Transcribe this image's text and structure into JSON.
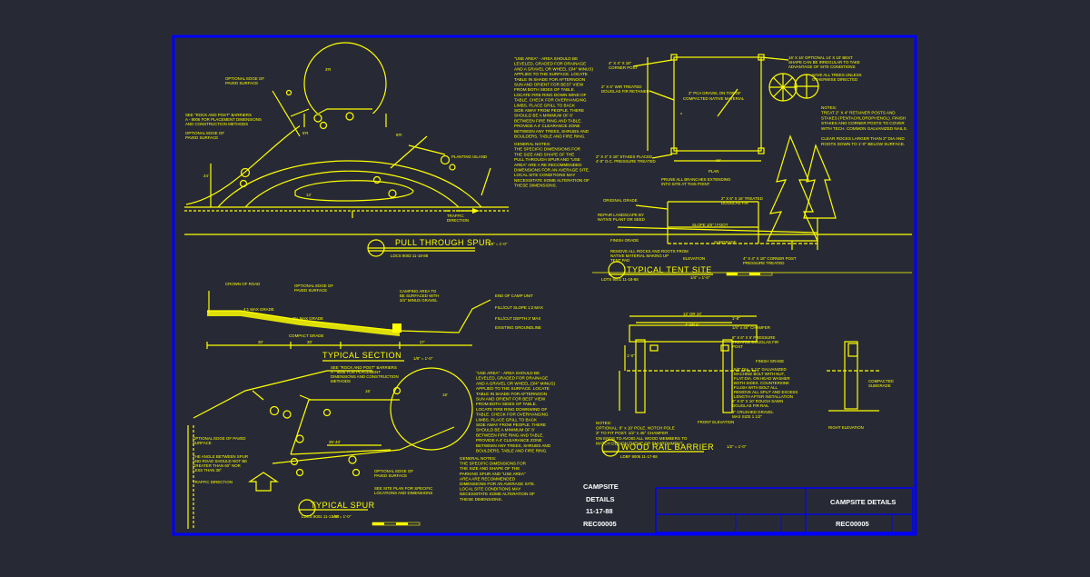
{
  "titles": {
    "pull_through": "PULL THROUGH SPUR",
    "typical_tent": "TYPICAL TENT SITE",
    "typical_section": "TYPICAL SECTION",
    "typical_spur": "TYPICAL SPUR",
    "wood_rail": "WOOD RAIL BARRIER",
    "plan": "PLAN",
    "elevation": "ELEVATION",
    "front_elevation": "FRONT ELEVATION",
    "right_elevation": "RIGHT ELEVATION"
  },
  "scales": {
    "pull_through": "1/8\" = 1'-0\"",
    "typical_tent": "1/4\" = 1'-0\"",
    "typical_section": "1/8\" = 1'-0\"",
    "typical_spur": "1/8\" = 1'-0\"",
    "wood_rail": "1/2\" = 1'-0\""
  },
  "refs": {
    "pull_through": "LDCS 9002   11-18-88",
    "typical_tent": "LDTS 9001   11-18-88",
    "typical_spur": "LDCS 9001   11-17-88",
    "wood_rail": "LDBF 9006   11-17-88"
  },
  "campsite": [
    "CAMPSITE",
    "DETAILS",
    "11-17-88",
    "REC00005"
  ],
  "title_block": {
    "name": "CAMPSITE DETAILS",
    "number": "REC00005"
  },
  "notes": {
    "pull_use_area": [
      "\"USE AREA\" - AREA SHOULD BE",
      "LEVELED, GRADED FOR DRAINAGE",
      "AND A GRAVEL OR WHEEL (3/4\" MINUS)",
      "APPLIED TO THE SURFACE. LOCATE",
      "TABLE IN SHADE FOR AFTERNOON",
      "SUN AND ORIENT FOR BEST VIEW",
      "FROM BOTH SIDES OF TABLE.",
      "LOCATE FIRE RING DOWN WIND OF",
      "TABLE. CHECK FOR OVERHANGING",
      "LIMBS. PLACE GRILL TO BACK",
      "SIDE AWAY FROM PEOPLE. THERE",
      "SHOULD BE A MINIMUM OF 8'",
      "BETWEEN FIRE RING AND TABLE.",
      "PROVIDE A 4' CLEARANCE ZONE",
      "BETWEEN ANY TREES, SHRUBS AND",
      "BOULDERS, TABLE AND FIRE RING."
    ],
    "pull_general": [
      "GENERAL NOTES:",
      "THE SPECIFIC DIMENSIONS FOR",
      "THE SIZE AND SHAPE OF THE",
      "PULL THROUGH SPUR AND \"USE",
      "AREA\" ARE A RE RECOMMENDED",
      "DIMENSIONS FOR AN AVERAGE SITE.",
      "LOCAL SITE CONDITIONS MAY",
      "NECESSITATE SOME ALTERATION OF",
      "THESE DIMENSIONS."
    ],
    "spur_use_area": [
      "\"USE AREA\" - AREA SHOULD BE",
      "LEVELED, GRADED FOR DRAINAGE",
      "AND A GRAVEL OR WHEEL (3/4\" MINUS)",
      "APPLIED TO THE SURFACE. LOCATE",
      "TABLE IN SHADE FOR AFTERNOON",
      "SUN AND ORIENT FOR BEST VIEW",
      "FROM BOTH SIDES OF TABLE.",
      "LOCATE FIRE RING DOWNWIND OF",
      "TABLE. CHECK FOR OVERHANGING",
      "LIMBS. PLACE GRILL TO BACK",
      "SIDE AWAY FROM PEOPLE. THERE",
      "SHOULD BE A MINIMUM OF 8'",
      "BETWEEN FIRE RING AND TABLE.",
      "PROVIDE A 4' CLEARANCE ZONE",
      "BETWEEN ANY TREES, SHRUBS AND",
      "BOULDERS, TABLE AND FIRE RING."
    ],
    "spur_general": [
      "GENERAL NOTES:",
      "THE SPECIFIC DIMENSIONS FOR",
      "THE SIZE AND SHAPE OF THE",
      "PARKING SPUR AND \"USE AREA\"",
      "AREA ARE RECOMMENDED",
      "DIMENSIONS FOR AN AVERAGE SITE.",
      "LOCAL SITE CONDITIONS MAY",
      "NECESSITATE SOME ALTERATION OF",
      "THESE DIMENSIONS."
    ],
    "tent_notes": [
      "NOTES:",
      "TREAT 2\" X 4\" RETAINER POSTS AND",
      "STAKES (PENTACHLOROPHENOL). FINISH",
      "STAKES AND CORNER POSTS TO COVER",
      "WITH TECH. COMMON GALVANIZED NAILS.",
      "",
      "CLEAR ROCKS LARGER THAN 2\" DIA AND",
      "ROOTS DOWN TO 1'-0\" BELOW SURFACE."
    ],
    "rail_notes": [
      "NOTES:",
      "OPTIONAL: 8\" x 10' POLE. NOTCH POLE",
      "3\" TO FIT POST. 1/2\" x 45° CHAMFER",
      "ON ENDS TO AVOID ALL WOOD MEMBERS TO",
      "MATCH DESIGN THEME OR ENVIRONMENT."
    ]
  },
  "labels": {
    "pull": [
      "OPTIONAL EDGE OF",
      "PAVED SURFACE",
      "SEE \"ROCK AND POST\" BARRIERS",
      "A - 9006 FOR PLACEMENT DIMENSIONS",
      "AND CONSTRUCTION METHODS",
      "OPTIONAL EDGE OF",
      "PAVED SURFACE",
      "PLANTING ISLAND",
      "TRAFFIC",
      "DIRECTION",
      "3'R",
      "5'R",
      "8'R",
      "24'",
      "12'"
    ],
    "tent": [
      "16' X 16' OPTIONAL 14' X 10' BEST",
      "SHAPE CAN BE IRREGULAR TO TAKE",
      "ADVANTAGE OF SITE CONDITIONS",
      "SAVE ALL TREES UNLESS",
      "OTHERWISE DIRECTED",
      "4\" X 4\" X 18\"",
      "CORNER POST",
      "2\" X 6\" WIR TREATED",
      "DOUGLAS FIR RETAINER",
      "2\" PCA GRAVEL ON TOP OF",
      "COMPACTED NATIVE MATERIAL",
      "2\" X 4\" X 18\" STAKES PLACED",
      "4'-0\" O.C. PRESSURE TREATED",
      "16'",
      "PRUNE ALL BRANCHES EXTENDING",
      "INTO SITE AT THIS POINT",
      "ORIGINAL GRADE",
      "2\" X 6\" X 16' TREATED",
      "DOUGLAS FIR",
      "REPAIR LANDSCAPE BY",
      "NATIVE PLANT OR SEED",
      "SLOPE 1/8\" / FOOT",
      "FINISH GRADE",
      "SUBGRADE",
      "REMOVE ALL ROCKS AND ROOTS FROM",
      "NATIVE MATERIAL MAKING UP",
      "TENT PAD",
      "4\" X 4\" X 18\" CORNER POST",
      "PRESSURE TREATED"
    ],
    "section": [
      "CROWN OF ROAD",
      "OPTIONAL EDGE OF",
      "PAVED SURFACE",
      "CAMPING AREA TO",
      "BE SURFACED WITH",
      "3/4\" MINUS GRAVEL",
      "END OF CAMP UNIT",
      "FILL/CUT SLOPE 1:2 MAX",
      "FILL/CUT DEPTH 3' MAX",
      "EXISTING GROUNDLINE",
      "4:1 MAX GRADE",
      "2% MAX GRADE",
      "COMPACT GRADE",
      "30'",
      "30'",
      "27'"
    ],
    "spur": [
      "SEE \"ROCK AND POST\" BARRIERS",
      "A - 9006 FOR PLACEMENT",
      "DIMENSIONS AND CONSTRUCTION",
      "METHODS",
      "OPTIONAL EDGE OF PAVED",
      "SURFACE",
      "THE ANGLE BETWEEN SPUR",
      "AND ROAD SHOULD NOT BE",
      "GREATER THAN 60° NOR",
      "LESS THAN 30°",
      "TRAFFIC DIRECTION",
      "OPTIONAL EDGE OF",
      "PAVED SURFACE",
      "SEE SITE PLAN FOR SPECIFIC",
      "LOCATIONS AND DIMENSIONS",
      "35'-40'",
      "16'",
      "16'"
    ],
    "rail": [
      "1/4\" x 45° CHAMFER",
      "6\" X 6\" X 6' PRESSURE",
      "TREATED DOUGLAS FIR",
      "POST",
      "5/8\" DIA. X 12\" GALVANIZED",
      "MACHINE BOLT WITH NUT,",
      "FLAT DIA. ON HEAD WASHER",
      "BOTH SIDES. COUNTERSINK",
      "FLUSH WITH BOLT ALL",
      "REMOVE ALL SPLIT AND EXCESS",
      "LENGTH AFTER INSTALLATION",
      "6\" X 8\" X 10' ROUGH SAWN",
      "DOUGLAS FIR RAIL",
      "3\" CRUSHED GRAVEL",
      "MAX SIZE 1 1/2\"",
      "FINISH GRADE",
      "COMPACTED",
      "SUBGRADE",
      "12' OR 10'",
      "4' OR 5'",
      "1'-8\"",
      "1'-0\""
    ]
  }
}
